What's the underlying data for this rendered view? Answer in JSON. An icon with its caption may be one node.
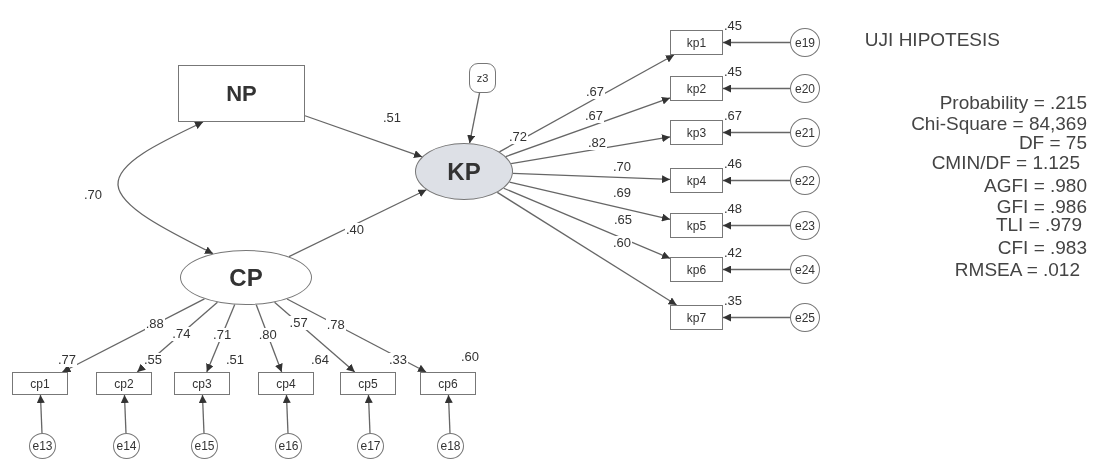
{
  "diagram": {
    "nodes": [
      {
        "text": [
          "NP"
        ]
      },
      {
        "text": [
          "z3"
        ]
      },
      {
        "text": [
          "KP"
        ],
        "beside": [
          ".72"
        ]
      },
      {
        "text": [
          "CP"
        ]
      },
      {
        "text": [
          "kp1"
        ],
        "beside": [
          ".45"
        ]
      },
      {
        "text": [
          "kp2"
        ],
        "beside": [
          ".45"
        ]
      },
      {
        "text": [
          "kp3"
        ],
        "beside": [
          ".67"
        ]
      },
      {
        "text": [
          "kp4"
        ],
        "beside": [
          ".46"
        ]
      },
      {
        "text": [
          "kp5"
        ],
        "beside": [
          ".48"
        ]
      },
      {
        "text": [
          "kp6"
        ],
        "beside": [
          ".42"
        ]
      },
      {
        "text": [
          "kp7"
        ],
        "beside": [
          ".35"
        ]
      },
      {
        "text": [
          "e19"
        ]
      },
      {
        "text": [
          "e20"
        ]
      },
      {
        "text": [
          "e21"
        ]
      },
      {
        "text": [
          "e22"
        ]
      },
      {
        "text": [
          "e23"
        ]
      },
      {
        "text": [
          "e24"
        ]
      },
      {
        "text": [
          "e25"
        ]
      },
      {
        "text": [
          "cp1"
        ],
        "beside": [
          ".77"
        ]
      },
      {
        "text": [
          "cp2"
        ],
        "beside": [
          ".55"
        ]
      },
      {
        "text": [
          "cp3"
        ],
        "beside": [
          ".51"
        ]
      },
      {
        "text": [
          "cp4"
        ],
        "beside": [
          ".64"
        ]
      },
      {
        "text": [
          "cp5"
        ],
        "beside": [
          ".33"
        ]
      },
      {
        "text": [
          "cp6"
        ],
        "beside": [
          ".60"
        ]
      },
      {
        "text": [
          "e13"
        ]
      },
      {
        "text": [
          "e14"
        ]
      },
      {
        "text": [
          "e15"
        ]
      },
      {
        "text": [
          "e16"
        ]
      },
      {
        "text": [
          "e17"
        ]
      },
      {
        "text": [
          "e18"
        ]
      }
    ],
    "edges": [
      {
        "from": 0,
        "to": 2,
        "arrow": "to",
        "label": ".51"
      },
      {
        "from": 3,
        "to": 0,
        "arrow": "both",
        "label": ".70"
      },
      {
        "from": 3,
        "to": 2,
        "arrow": "to",
        "label": ".40"
      },
      {
        "from": 1,
        "to": 2,
        "arrow": "to"
      },
      {
        "from": 2,
        "to": 4,
        "arrow": "to",
        "label": ".67"
      },
      {
        "from": 2,
        "to": 5,
        "arrow": "to",
        "label": ".67"
      },
      {
        "from": 2,
        "to": 6,
        "arrow": "to",
        "label": ".82"
      },
      {
        "from": 2,
        "to": 7,
        "arrow": "to",
        "label": ".70"
      },
      {
        "from": 2,
        "to": 8,
        "arrow": "to",
        "label": ".69"
      },
      {
        "from": 2,
        "to": 9,
        "arrow": "to",
        "label": ".65"
      },
      {
        "from": 2,
        "to": 10,
        "arrow": "to",
        "label": ".60"
      },
      {
        "from": 11,
        "to": 4,
        "arrow": "to"
      },
      {
        "from": 12,
        "to": 5,
        "arrow": "to"
      },
      {
        "from": 13,
        "to": 6,
        "arrow": "to"
      },
      {
        "from": 14,
        "to": 7,
        "arrow": "to"
      },
      {
        "from": 15,
        "to": 8,
        "arrow": "to"
      },
      {
        "from": 16,
        "to": 9,
        "arrow": "to"
      },
      {
        "from": 17,
        "to": 10,
        "arrow": "to"
      },
      {
        "from": 3,
        "to": 18,
        "arrow": "to",
        "label": ".88"
      },
      {
        "from": 3,
        "to": 19,
        "arrow": "to",
        "label": ".74"
      },
      {
        "from": 3,
        "to": 20,
        "arrow": "to",
        "label": ".71"
      },
      {
        "from": 3,
        "to": 21,
        "arrow": "to",
        "label": ".80"
      },
      {
        "from": 3,
        "to": 22,
        "arrow": "to",
        "label": ".57"
      },
      {
        "from": 3,
        "to": 23,
        "arrow": "to",
        "label": ".78"
      },
      {
        "from": 24,
        "to": 18,
        "arrow": "to"
      },
      {
        "from": 25,
        "to": 19,
        "arrow": "to"
      },
      {
        "from": 26,
        "to": 20,
        "arrow": "to"
      },
      {
        "from": 27,
        "to": 21,
        "arrow": "to"
      },
      {
        "from": 28,
        "to": 22,
        "arrow": "to"
      },
      {
        "from": 29,
        "to": 23,
        "arrow": "to"
      }
    ],
    "labels": [
      "UJI HIPOTESIS",
      "Probability = .215",
      "Chi-Square = 84,369",
      "DF = 75",
      "CMIN/DF = 1.125",
      "AGFI = .980",
      "GFI = .986",
      "TLI = .979",
      "CFI = .983",
      "RMSEA = .012"
    ]
  }
}
